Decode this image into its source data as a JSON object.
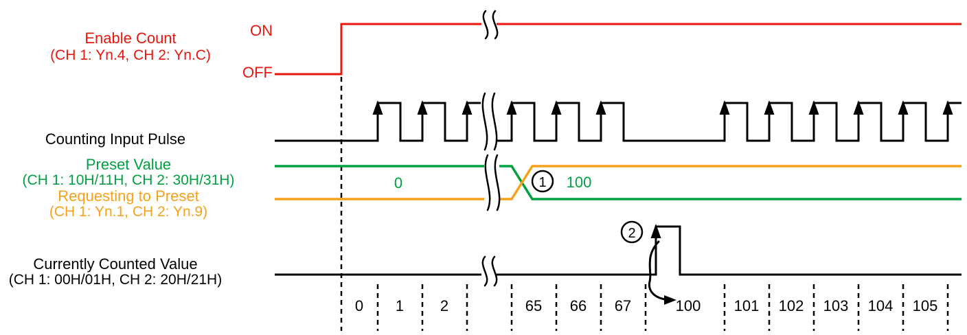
{
  "colors": {
    "enable_count": "#e8160d",
    "preset_value": "#00a040",
    "requesting_to_preset": "#f7a01a",
    "signal": "#000000"
  },
  "rows": {
    "enable_count": {
      "label": "Enable Count",
      "sublabel": "(CH 1: Yn.4, CH 2: Yn.C)",
      "on": "ON",
      "off": "OFF"
    },
    "counting_input_pulse": {
      "label": "Counting Input Pulse"
    },
    "preset_value": {
      "label": "Preset Value",
      "sublabel": "(CH 1: 10H/11H, CH 2: 30H/31H)",
      "value_before": "0",
      "value_after": "100"
    },
    "requesting_to_preset": {
      "label": "Requesting to Preset",
      "sublabel": "(CH 1: Yn.1, CH 2: Yn.9)"
    },
    "currently_counted_value": {
      "label": "Currently Counted Value",
      "sublabel": "(CH 1: 00H/01H, CH 2: 20H/21H)"
    }
  },
  "callouts": {
    "one": "1",
    "two": "2"
  },
  "timeline": {
    "counts": [
      "0",
      "1",
      "2",
      "65",
      "66",
      "67",
      "100",
      "101",
      "102",
      "103",
      "104",
      "105"
    ]
  }
}
